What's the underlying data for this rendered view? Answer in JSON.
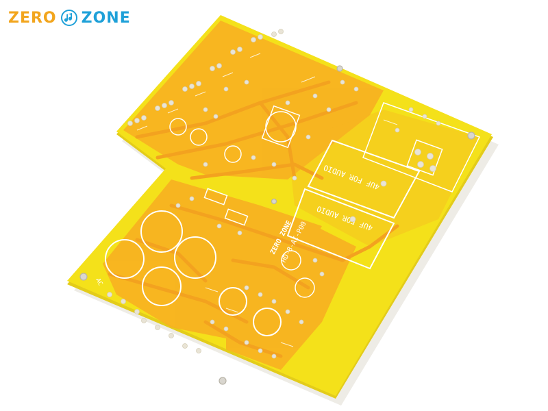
{
  "logo": {
    "word1": "ZERO",
    "word2": "ZONE",
    "primary_color": "#f2a51d",
    "accent_color": "#1ea0d8",
    "icon": "music-note-icon"
  },
  "board": {
    "substrate_color": "#f4e11a",
    "mask_color": "#f8ae22",
    "trace_color": "#f3a21f",
    "silk_color": "#ffffff",
    "pad_color": "#e9e4d6",
    "capacitor_label": "4UF FOR AUDIO",
    "capacitor_label_2": "4UF FOR AUDIO",
    "brand_silk": "ZERO ZONE",
    "model_silk": "HD-8-AI-P00",
    "ac_label": "AC"
  }
}
